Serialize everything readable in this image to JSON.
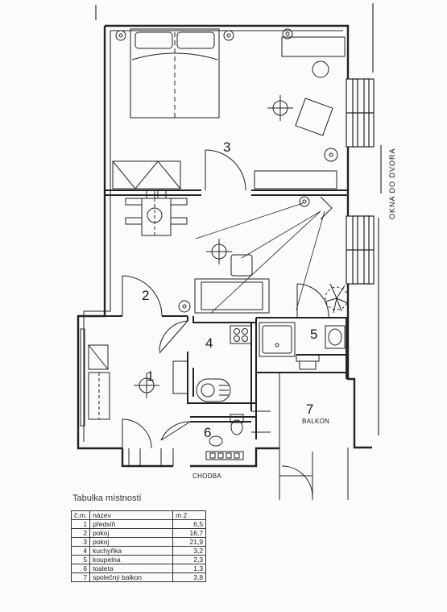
{
  "rooms": [
    {
      "number": "1",
      "name": "předsíň",
      "area": "6,5"
    },
    {
      "number": "2",
      "name": "pokoj",
      "area": "16,7"
    },
    {
      "number": "3",
      "name": "pokoj",
      "area": "21,9"
    },
    {
      "number": "4",
      "name": "kuchyňka",
      "area": "3,2"
    },
    {
      "number": "5",
      "name": "koupelna",
      "area": "2,3"
    },
    {
      "number": "6",
      "name": "toaleta",
      "area": "1,3"
    },
    {
      "number": "7",
      "name": "společný balkon",
      "area": "3,8"
    }
  ],
  "plan_labels": {
    "balcony": "BALKON",
    "corridor": "CHODBA",
    "windows": "OKNA DO DVORA"
  },
  "table": {
    "title": "Tabulka místností",
    "col_number": "č.m.",
    "col_name": "název",
    "col_area": "m 2"
  }
}
